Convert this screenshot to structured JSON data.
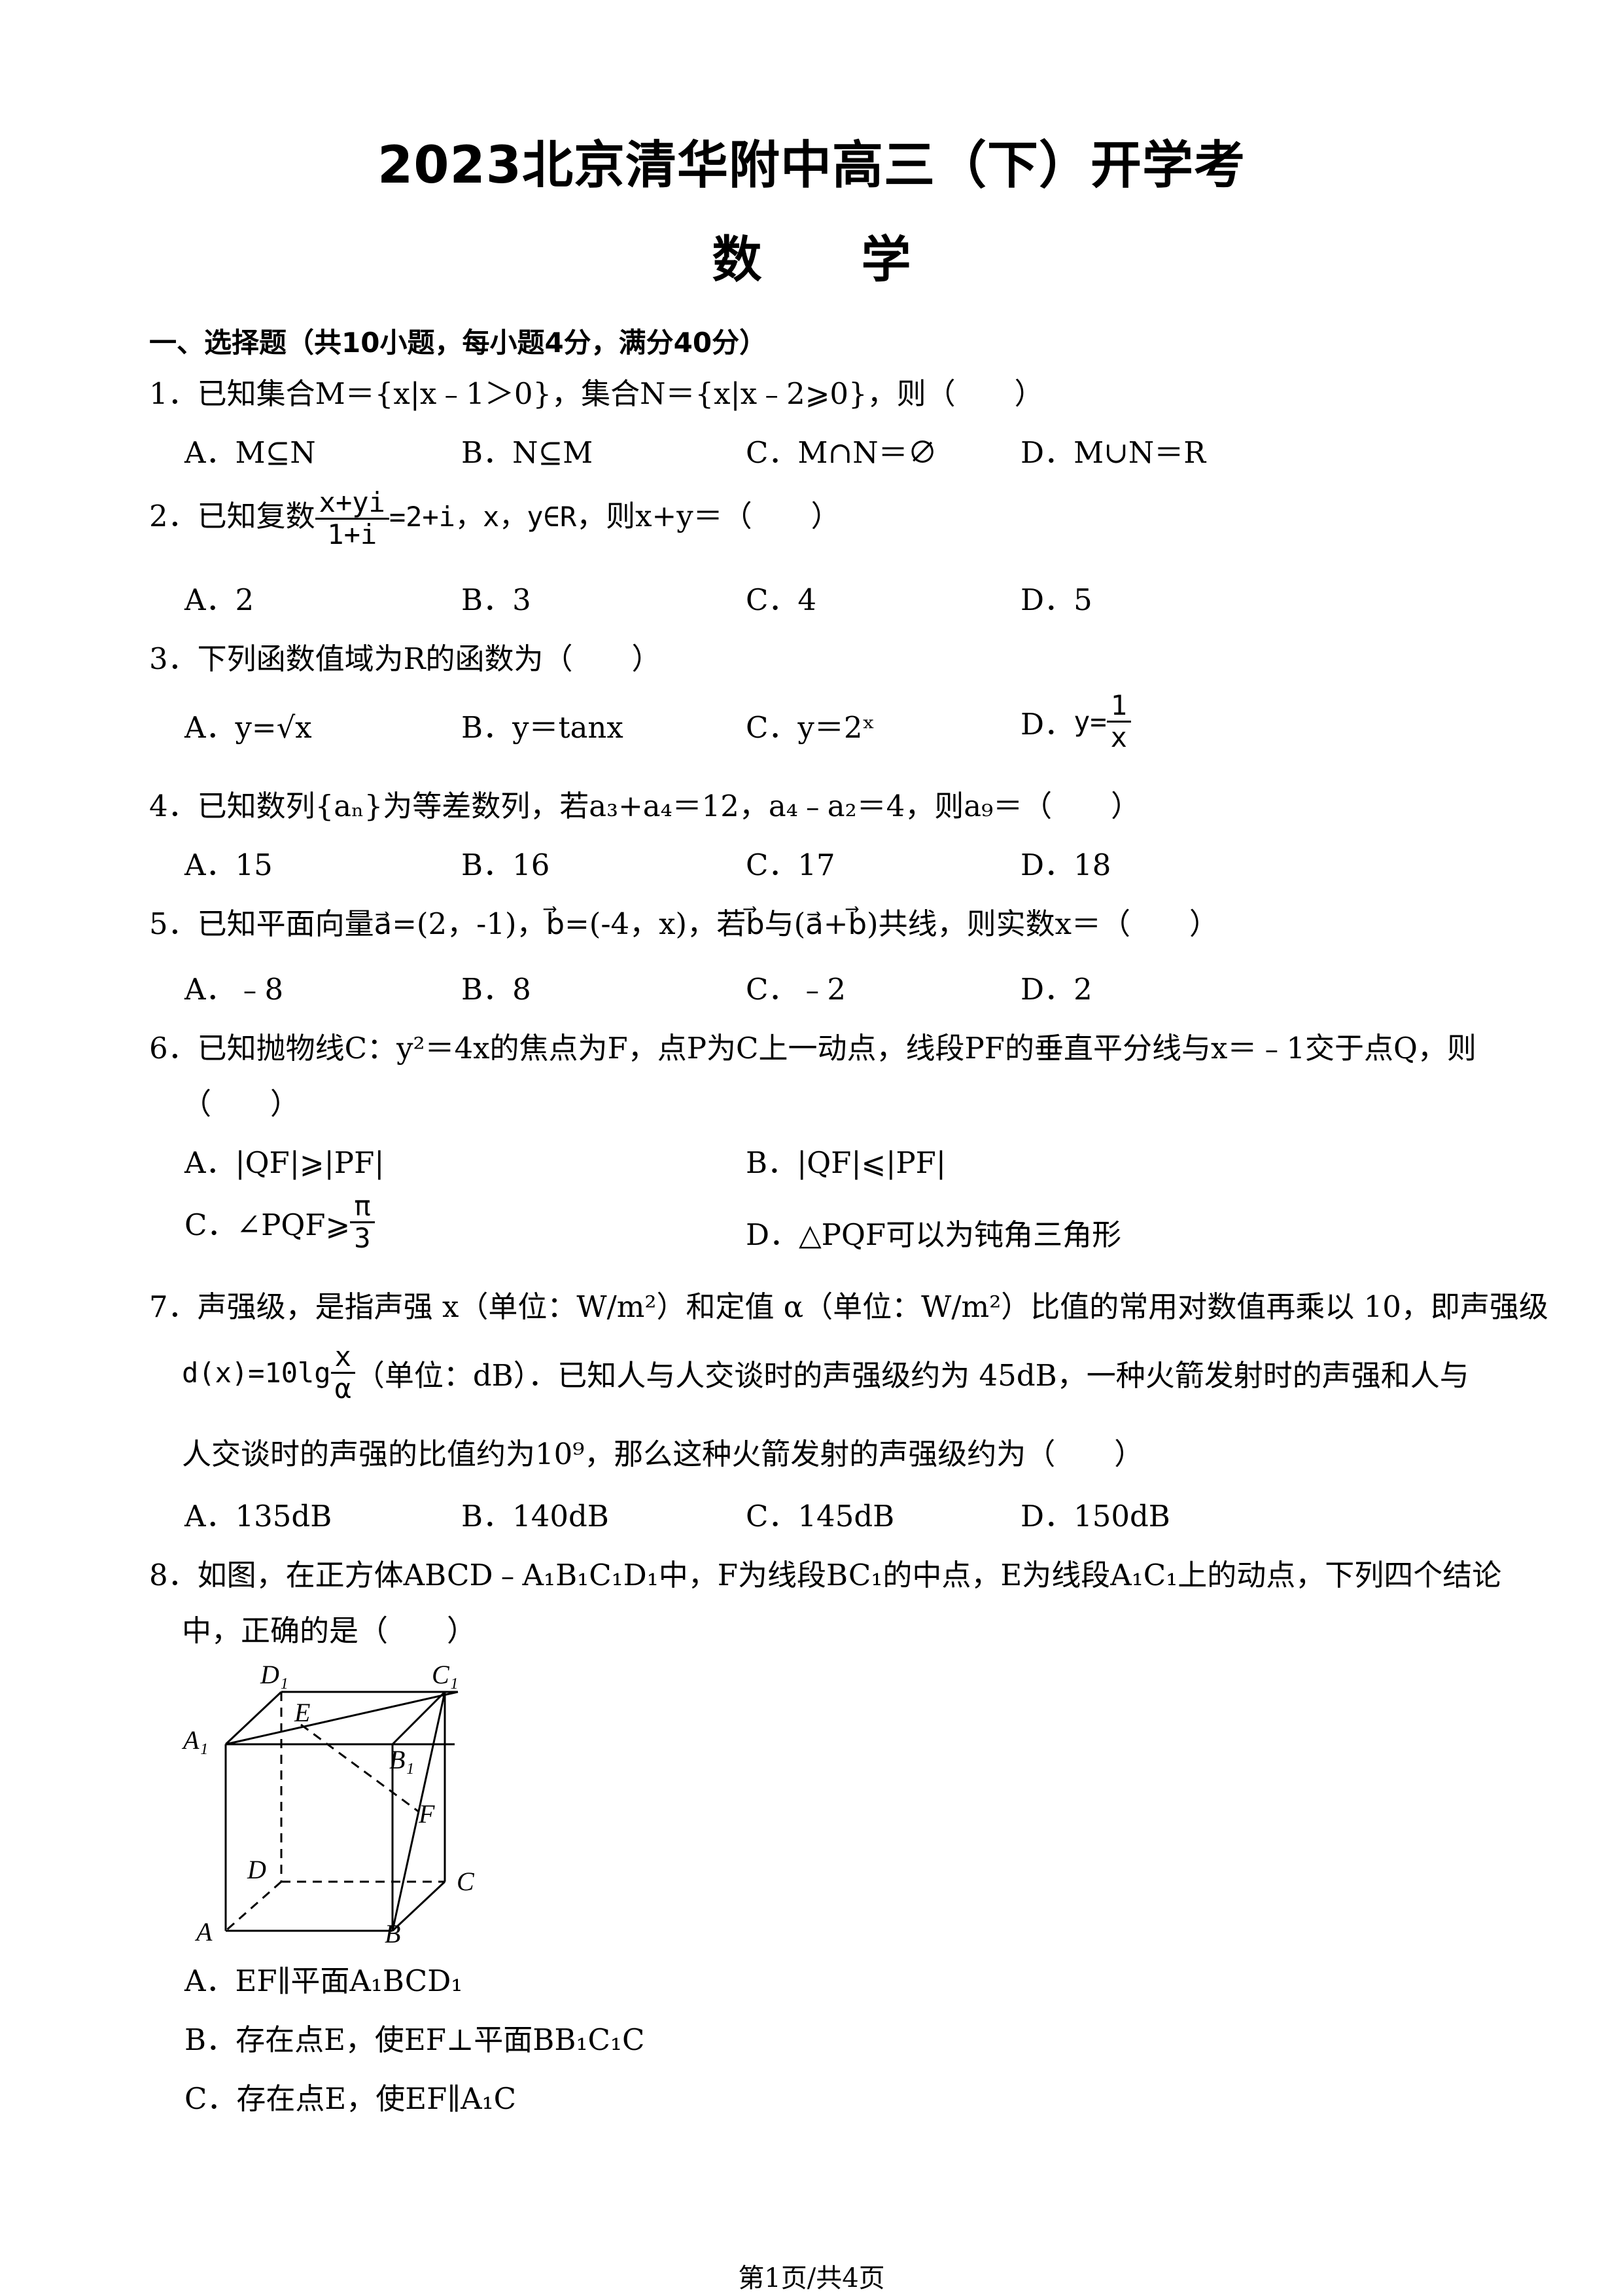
{
  "header": {
    "title": "2023北京清华附中高三（下）开学考",
    "subject": "数　　学"
  },
  "section": {
    "label": "一、选择题（共10小题，每小题4分，满分40分）"
  },
  "questions": [
    {
      "num": "1．",
      "text": "已知集合M＝{x|x﹣1＞0}，集合N＝{x|x﹣2⩾0}，则（　　）",
      "options": [
        "A．M⊆N",
        "B．N⊆M",
        "C．M∩N＝∅",
        "D．M∪N＝R"
      ]
    },
    {
      "num": "2．",
      "pre": "已知复数",
      "frac_num": "x+yi",
      "frac_den": "1+i",
      "post_math": "=2+i，x，y∈R",
      "post": "，则x+y＝（　　）",
      "options": [
        "A．2",
        "B．3",
        "C．4",
        "D．5"
      ]
    },
    {
      "num": "3．",
      "text": "下列函数值域为R的函数为（　　）",
      "options": [
        "A．y=√x",
        "B．y＝tanx",
        "C．y＝2ˣ",
        "D．"
      ],
      "optD_num": "1",
      "optD_pre": "y=",
      "optD_den": "x"
    },
    {
      "num": "4．",
      "text": "已知数列{aₙ}为等差数列，若a₃+a₄＝12，a₄﹣a₂＝4，则a₉＝（　　）",
      "options": [
        "A．15",
        "B．16",
        "C．17",
        "D．18"
      ]
    },
    {
      "num": "5．",
      "text": "已知平面向量a⃗=(2，-1)，b⃗=(-4，x)，若b⃗与(a⃗+b⃗)共线，则实数x＝（　　）",
      "options": [
        "A．﹣8",
        "B．8",
        "C．﹣2",
        "D．2"
      ]
    },
    {
      "num": "6．",
      "text": "已知抛物线C：y²＝4x的焦点为F，点P为C上一动点，线段PF的垂直平分线与x＝﹣1交于点Q，则",
      "text2": "（　　）",
      "options": [
        "A．|QF|⩾|PF|",
        "B．|QF|⩽|PF|",
        "C．∠PQF⩾",
        "D．△PQF可以为钝角三角形"
      ],
      "optC_num": "π",
      "optC_den": "3"
    },
    {
      "num": "7．",
      "text": "声强级，是指声强 x（单位：W/m²）和定值 α（单位：W/m²）比值的常用对数值再乘以 10，即声强级",
      "line2_pre": "d(x)=10lg",
      "line2_num": "x",
      "line2_den": "α",
      "line2_post": "（单位：dB）．已知人与人交谈时的声强级约为 45dB，一种火箭发射时的声强和人与",
      "line3": "人交谈时的声强的比值约为10⁹，那么这种火箭发射的声强级约为（　　）",
      "options": [
        "A．135dB",
        "B．140dB",
        "C．145dB",
        "D．150dB"
      ]
    },
    {
      "num": "8．",
      "text": "如图，在正方体ABCD﹣A₁B₁C₁D₁中，F为线段BC₁的中点，E为线段A₁C₁上的动点，下列四个结论",
      "text2": "中，正确的是（　　）",
      "options": [
        "A．EF∥平面A₁BCD₁",
        "B．存在点E，使EF⊥平面BB₁C₁C",
        "C．存在点E，使EF∥A₁C"
      ]
    }
  ],
  "figure": {
    "labels": [
      "D₁",
      "C₁",
      "A₁",
      "E",
      "B₁",
      "F",
      "D",
      "C",
      "A",
      "B"
    ]
  },
  "footer": {
    "page": "第1页/共4页"
  }
}
